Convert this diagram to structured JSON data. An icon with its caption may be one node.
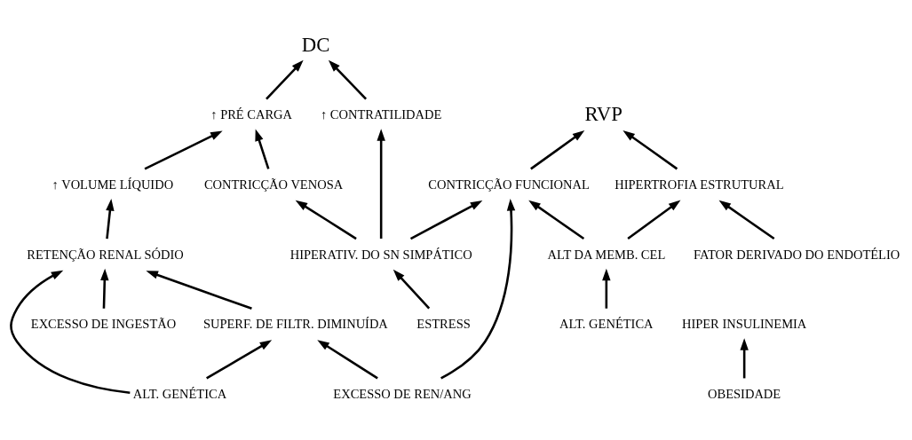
{
  "diagram": {
    "nodes": [
      {
        "text": [
          "DC"
        ]
      },
      {
        "text": [
          "RVP"
        ]
      },
      {
        "text": [
          "↑ PRÉ CARGA"
        ]
      },
      {
        "text": [
          "↑ CONTRATILIDADE"
        ]
      },
      {
        "text": [
          "↑ VOLUME LÍQUIDO"
        ]
      },
      {
        "text": [
          "CONTRICÇÃO VENOSA"
        ]
      },
      {
        "text": [
          "CONTRICÇÃO FUNCIONAL"
        ]
      },
      {
        "text": [
          "HIPERTROFIA ESTRUTURAL"
        ]
      },
      {
        "text": [
          "RETENÇÃO RENAL SÓDIO"
        ]
      },
      {
        "text": [
          "SUPERF. DE FILTR. DIMINUÍDA"
        ]
      },
      {
        "text": [
          "HIPERATIV. DO SN SIMPÁTICO"
        ]
      },
      {
        "text": [
          "EXCESSO DE REN/ANG"
        ]
      },
      {
        "text": [
          "ALT DA MEMB. CEL"
        ]
      },
      {
        "text": [
          "HIPER INSULINEMIA"
        ]
      },
      {
        "text": [
          "EXCESSO DE INGESTÃO"
        ]
      },
      {
        "text": [
          "ALT. GENÉTICA"
        ]
      },
      {
        "text": [
          "ESTRESS"
        ]
      },
      {
        "text": [
          "ALT. GENÉTICA"
        ]
      },
      {
        "text": [
          "OBESIDADE"
        ]
      },
      {
        "text": [
          "FATOR DERIVADO DO ENDOTÉLIO"
        ]
      }
    ],
    "edges": [
      {
        "from": 2,
        "to": 0,
        "arrow": "to"
      },
      {
        "from": 3,
        "to": 0,
        "arrow": "to"
      },
      {
        "from": 6,
        "to": 1,
        "arrow": "to"
      },
      {
        "from": 7,
        "to": 1,
        "arrow": "to"
      },
      {
        "from": 4,
        "to": 2,
        "arrow": "to"
      },
      {
        "from": 5,
        "to": 2,
        "arrow": "to"
      },
      {
        "from": 10,
        "to": 3,
        "arrow": "to"
      },
      {
        "from": 8,
        "to": 4,
        "arrow": "to"
      },
      {
        "from": 10,
        "to": 5,
        "arrow": "to"
      },
      {
        "from": 10,
        "to": 6,
        "arrow": "to"
      },
      {
        "from": 11,
        "to": 6,
        "arrow": "to"
      },
      {
        "from": 12,
        "to": 6,
        "arrow": "to"
      },
      {
        "from": 12,
        "to": 7,
        "arrow": "to"
      },
      {
        "from": 19,
        "to": 7,
        "arrow": "to"
      },
      {
        "from": 9,
        "to": 8,
        "arrow": "to"
      },
      {
        "from": 14,
        "to": 8,
        "arrow": "to"
      },
      {
        "from": 15,
        "to": 8,
        "arrow": "to"
      },
      {
        "from": 15,
        "to": 9,
        "arrow": "to"
      },
      {
        "from": 11,
        "to": 9,
        "arrow": "to"
      },
      {
        "from": 16,
        "to": 10,
        "arrow": "to"
      },
      {
        "from": 17,
        "to": 12,
        "arrow": "to"
      },
      {
        "from": 18,
        "to": 13,
        "arrow": "to"
      }
    ]
  }
}
